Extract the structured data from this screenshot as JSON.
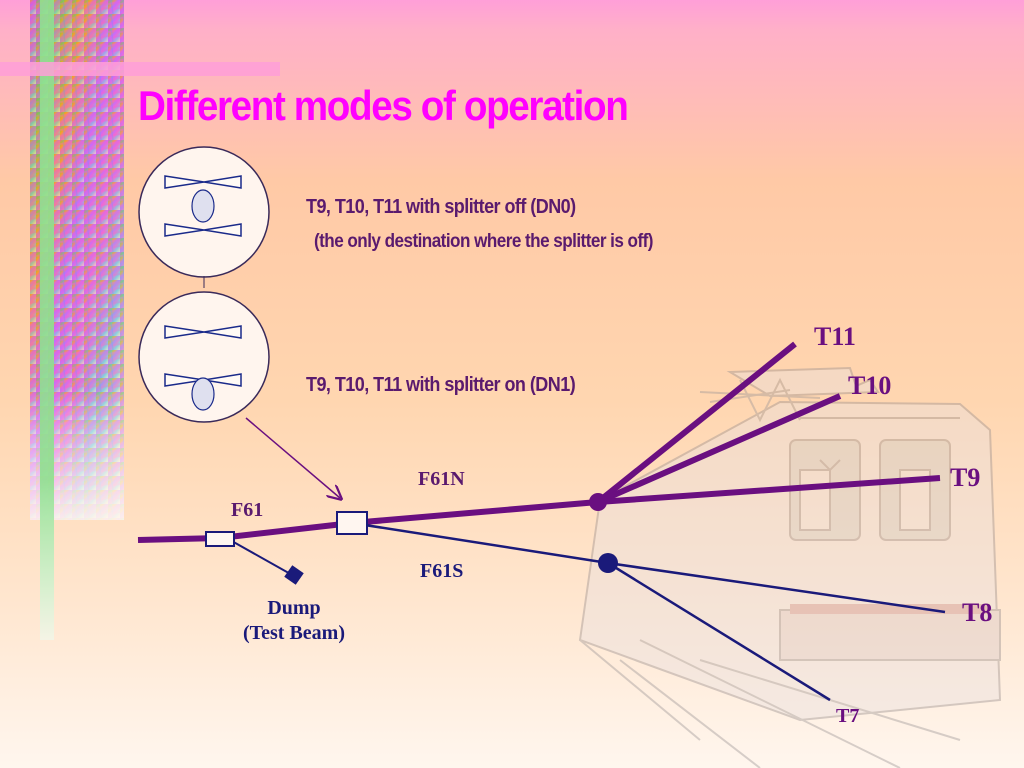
{
  "slide": {
    "title": "Different modes of operation"
  },
  "modes": [
    {
      "line1": "T9, T10, T11 with splitter off (DN0)",
      "line2": "(the only destination where the splitter is off)"
    },
    {
      "line1": "T9, T10, T11 with splitter on (DN1)"
    }
  ],
  "beamline": {
    "f61": "F61",
    "f61n": "F61N",
    "f61s": "F61S",
    "dump_line1": "Dump",
    "dump_line2": "(Test Beam)",
    "t11": "T11",
    "t10": "T10",
    "t9": "T9",
    "t8": "T8",
    "t7": "T7"
  },
  "colors": {
    "title": "#ff00ff",
    "north_line": "#6a0f80",
    "south_line": "#1a1a7a",
    "label": "#5a1a6e"
  }
}
